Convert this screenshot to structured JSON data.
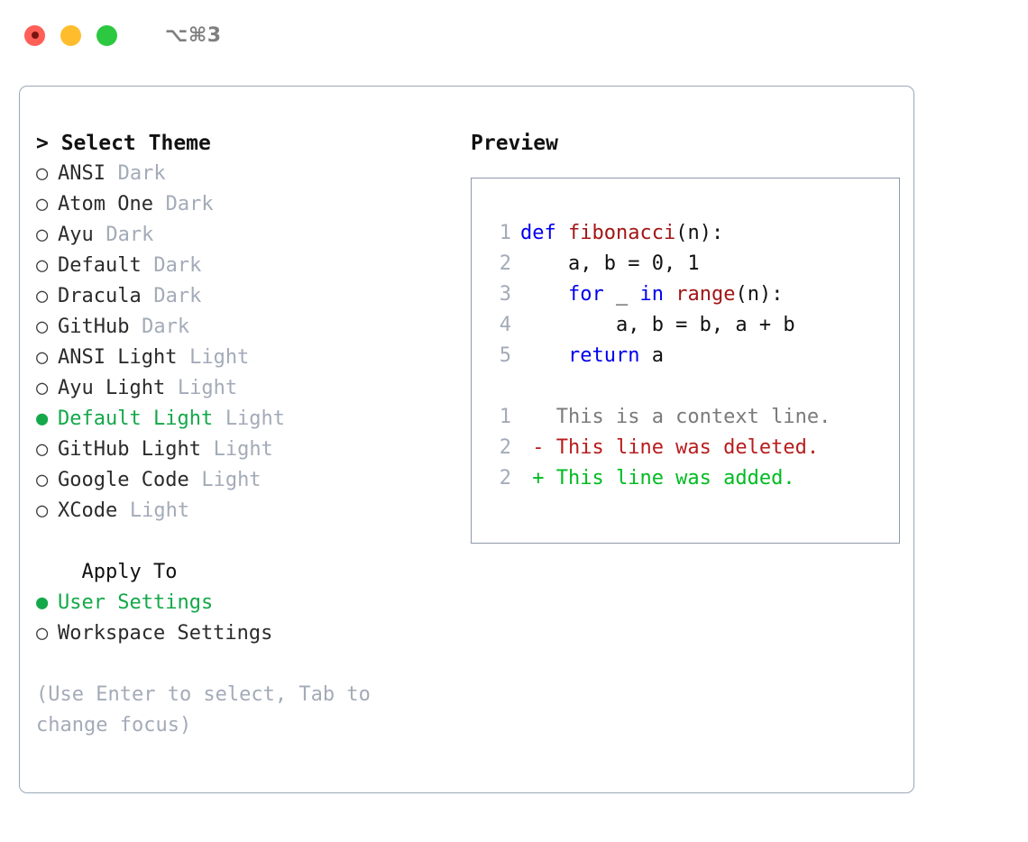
{
  "titlebar": {
    "lights": [
      "close-light",
      "minimize-light",
      "zoom-light"
    ],
    "shortcut": "⌥⌘3"
  },
  "theme_list": {
    "header": "> Select Theme",
    "marker_unselected": "○",
    "marker_selected": "●",
    "selected_color": "#14a84a",
    "muted_color": "#a3abb8",
    "items": [
      {
        "name": "ANSI",
        "kind": "Dark",
        "selected": false
      },
      {
        "name": "Atom One",
        "kind": "Dark",
        "selected": false
      },
      {
        "name": "Ayu",
        "kind": "Dark",
        "selected": false
      },
      {
        "name": "Default",
        "kind": "Dark",
        "selected": false
      },
      {
        "name": "Dracula",
        "kind": "Dark",
        "selected": false
      },
      {
        "name": "GitHub",
        "kind": "Dark",
        "selected": false
      },
      {
        "name": "ANSI Light",
        "kind": "Light",
        "selected": false
      },
      {
        "name": "Ayu Light",
        "kind": "Light",
        "selected": false
      },
      {
        "name": "Default Light",
        "kind": "Light",
        "selected": true
      },
      {
        "name": "GitHub Light",
        "kind": "Light",
        "selected": false
      },
      {
        "name": "Google Code",
        "kind": "Light",
        "selected": false
      },
      {
        "name": "XCode",
        "kind": "Light",
        "selected": false
      }
    ]
  },
  "apply_to": {
    "header": "  Apply To",
    "items": [
      {
        "name": "User Settings",
        "selected": true
      },
      {
        "name": "Workspace Settings",
        "selected": false
      }
    ]
  },
  "hint": "(Use Enter to select, Tab to change focus)",
  "preview": {
    "title": "Preview",
    "code_lines": [
      {
        "num": "1",
        "tokens": [
          {
            "t": "def ",
            "c": "kw"
          },
          {
            "t": "fibonacci",
            "c": "fn"
          },
          {
            "t": "(n):",
            "c": "pl"
          }
        ]
      },
      {
        "num": "2",
        "tokens": [
          {
            "t": "    a, b = 0, 1",
            "c": "pl"
          }
        ]
      },
      {
        "num": "3",
        "tokens": [
          {
            "t": "    ",
            "c": "pl"
          },
          {
            "t": "for",
            "c": "kw"
          },
          {
            "t": " _ ",
            "c": "pl"
          },
          {
            "t": "in",
            "c": "kw"
          },
          {
            "t": " ",
            "c": "pl"
          },
          {
            "t": "range",
            "c": "fn"
          },
          {
            "t": "(n):",
            "c": "pl"
          }
        ]
      },
      {
        "num": "4",
        "tokens": [
          {
            "t": "        a, b = b, a + b",
            "c": "pl"
          }
        ]
      },
      {
        "num": "5",
        "tokens": [
          {
            "t": "    ",
            "c": "pl"
          },
          {
            "t": "return",
            "c": "kw"
          },
          {
            "t": " a",
            "c": "pl"
          }
        ]
      }
    ],
    "diff_lines": [
      {
        "num": "1",
        "sign": " ",
        "text": "This is a context line.",
        "c": "ctx"
      },
      {
        "num": "2",
        "sign": "-",
        "text": "This line was deleted.",
        "c": "del"
      },
      {
        "num": "2",
        "sign": "+",
        "text": "This line was added.",
        "c": "add"
      }
    ]
  }
}
